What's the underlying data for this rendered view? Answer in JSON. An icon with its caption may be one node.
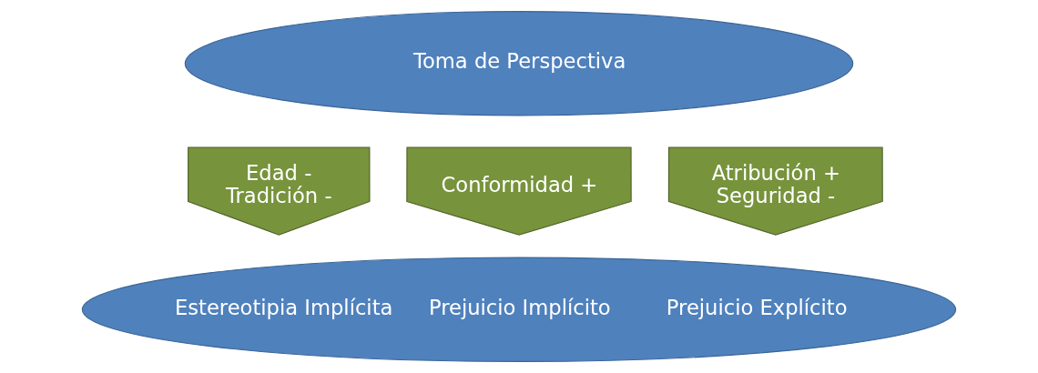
{
  "diagram": {
    "nodes": [
      {
        "text": [
          "Toma de Perspectiva"
        ]
      },
      {
        "text": [
          "Edad -",
          "Tradición -"
        ]
      },
      {
        "text": [
          "Conformidad +"
        ]
      },
      {
        "text": [
          "Atribución +",
          "Seguridad -"
        ]
      },
      {
        "text": [
          "Estereotipia Implícita",
          "Prejuicio Implícito",
          "Prejuicio Explícito"
        ]
      }
    ]
  }
}
